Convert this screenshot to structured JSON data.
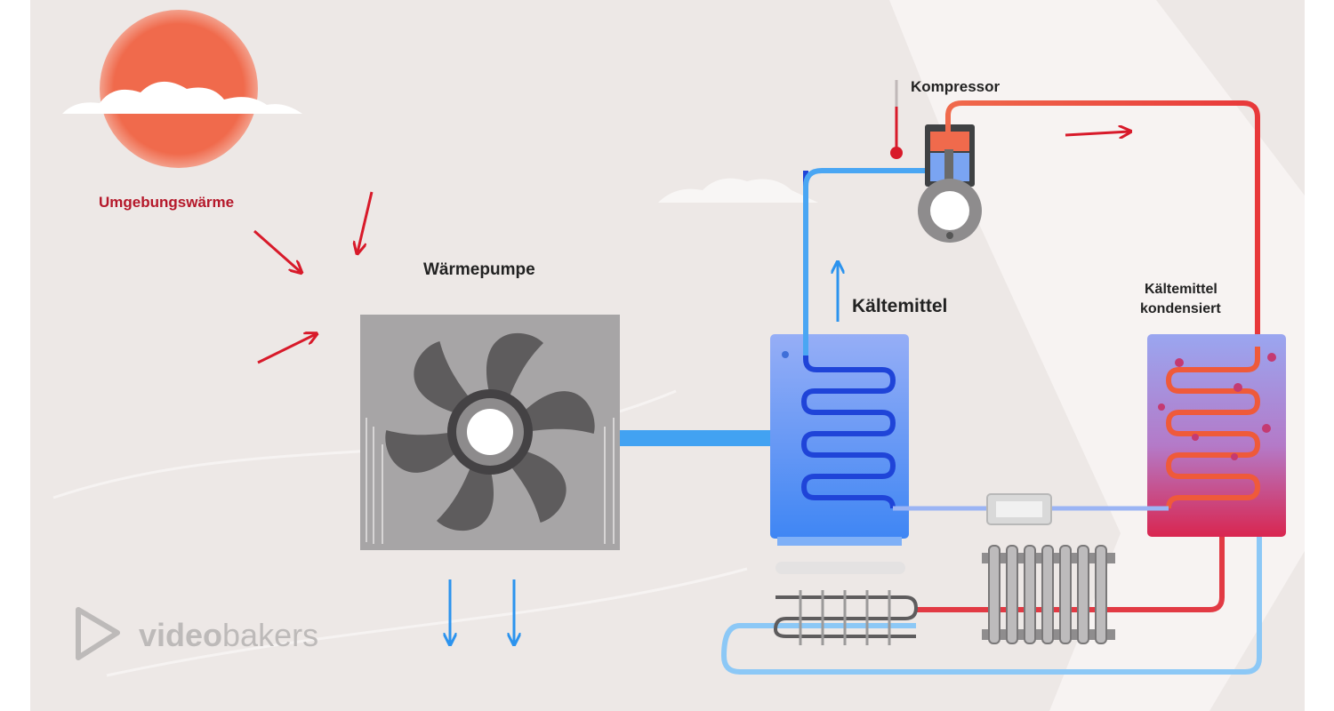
{
  "labels": {
    "ambient_heat": "Umgebungswärme",
    "heat_pump": "Wärmepumpe",
    "refrigerant": "Kältemittel",
    "compressor": "Kompressor",
    "condensed_line1": "Kältemittel",
    "condensed_line2": "kondensiert"
  },
  "logo": {
    "text_part1": "video",
    "text_part2": "bakers"
  },
  "colors": {
    "background": "#ede8e6",
    "sun": "#f06a4c",
    "label_red": "#b5182a",
    "arrow_red": "#d81a2a",
    "cold_blue": "#3f9bef",
    "hot_red": "#ef5a3a",
    "evaporator_top": "#96aef6",
    "evaporator_bottom": "#3f86f4",
    "condenser_top": "#9aa6f0",
    "condenser_bottom": "#d92650",
    "fan_housing": "#a7a5a6",
    "fan_blade": "#5e5c5d",
    "logo_gray": "#bdbab9"
  },
  "icons": [
    "sun-icon",
    "thermometer-icon",
    "fan-icon",
    "radiator-icon",
    "arrow-icon"
  ]
}
